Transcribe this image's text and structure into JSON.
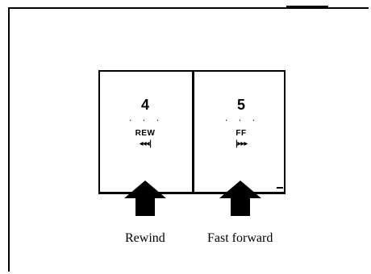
{
  "buttons": [
    {
      "number": "4",
      "dots": "· · ·",
      "code": "REW",
      "glyph": "◂◂◂|"
    },
    {
      "number": "5",
      "dots": "· · ·",
      "code": "FF",
      "glyph": "|▸▸▸"
    }
  ],
  "captions": {
    "rewind": "Rewind",
    "fast_forward": "Fast forward"
  },
  "icons": {
    "arrow": "up-arrow-icon"
  }
}
